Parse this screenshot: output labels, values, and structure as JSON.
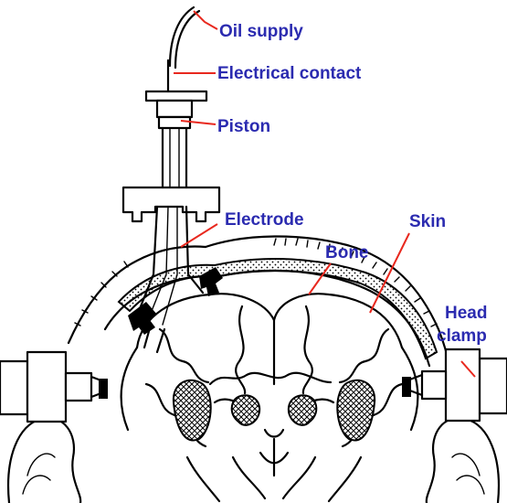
{
  "colors": {
    "label": "#2b2bb0",
    "leader": "#e8281e",
    "ink": "#000000"
  },
  "labels": {
    "oil_supply": "Oil supply",
    "electrical_contact": "Electrical contact",
    "piston": "Piston",
    "electrode": "Electrode",
    "bone": "Bone",
    "skin": "Skin",
    "head_clamp_line1": "Head",
    "head_clamp_line2": "clamp"
  }
}
